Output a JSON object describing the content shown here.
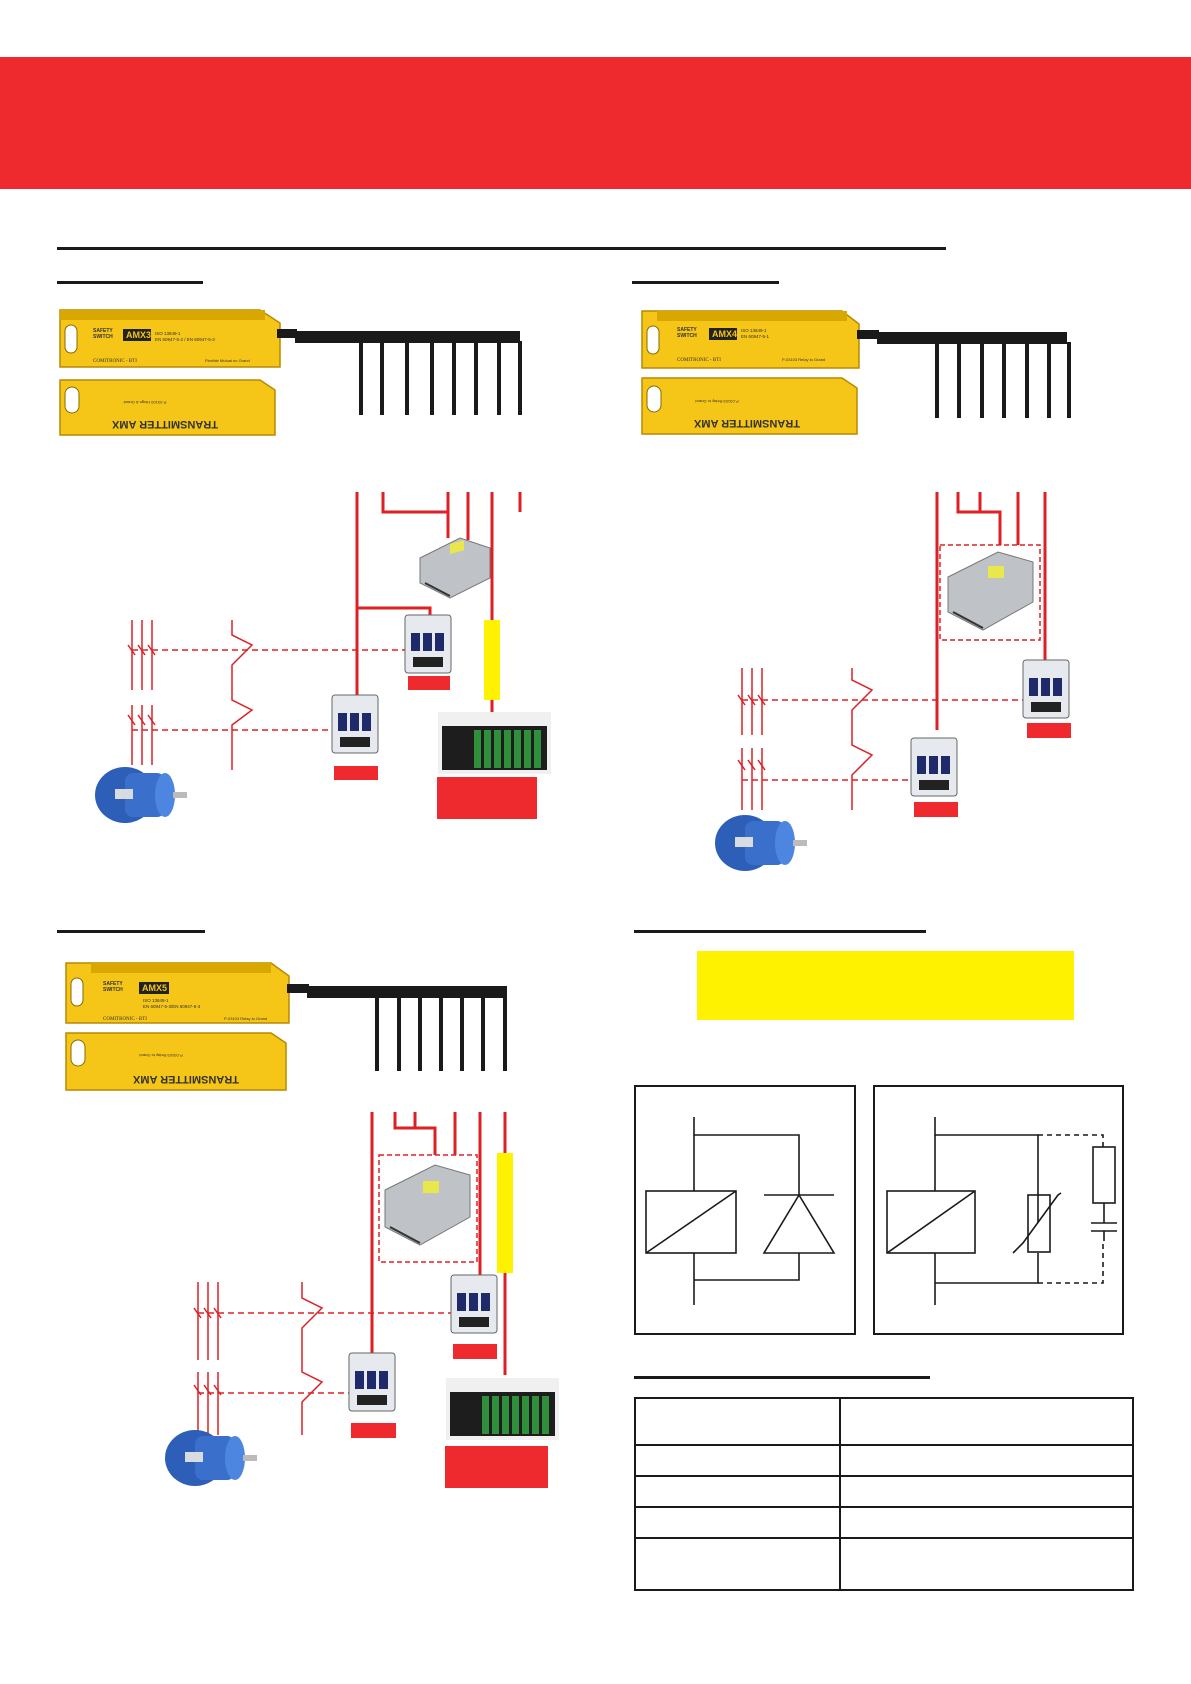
{
  "colors": {
    "brand_red": "#ee2a2e",
    "switch_yellow": "#f5c518",
    "highlight_yellow": "#fff200",
    "wire_red": "#dd2026",
    "wire_black": "#1a1a1a"
  },
  "banner": {},
  "sections": [
    {
      "id": "amx3",
      "switch": {
        "header_lines": [
          "SAFETY",
          "SWITCH"
        ],
        "model": "AMX3",
        "certs": [
          "ISO 13849-1",
          "EN 60947-5-2 / EN 60947-5-3"
        ],
        "brand": "COMITRONIC - BTI",
        "tagline": "Flexible Mutual no Grand"
      },
      "actuator": {
        "label": "TRANSMITTER AMX",
        "ref": "P-03103 Hinge & Grand"
      }
    },
    {
      "id": "amx4",
      "switch": {
        "header_lines": [
          "SAFETY",
          "SWITCH"
        ],
        "model": "AMX4",
        "certs": [
          "ISO 13849-1",
          "EN 60947-5-1"
        ],
        "brand": "COMITRONIC - BTI",
        "tagline": "P-03103 Relay to Grand"
      },
      "actuator": {
        "label": "TRANSMITTER AMX",
        "ref": "P-03103 Relay to Grand"
      }
    },
    {
      "id": "amx5",
      "switch": {
        "header_lines": [
          "SAFETY",
          "SWITCH"
        ],
        "model": "AMX5",
        "certs": [
          "ISO 13849-1",
          "EN 60947-5-3/EN 60947-5-3"
        ],
        "brand": "COMITRONIC - BTI",
        "tagline": "P-03103 Relay to Grand"
      },
      "actuator": {
        "label": "TRANSMITTER AMX",
        "ref": "P-03103 Relay to Grand"
      }
    }
  ],
  "icons": {
    "motor": "electric-motor-icon",
    "contactor": "contactor-icon",
    "power_supply": "power-supply-icon",
    "plc": "plc-module-icon",
    "relay_coil": "relay-coil-icon",
    "diode": "diode-icon",
    "varistor": "varistor-icon",
    "rc_snubber": "rc-snubber-icon"
  },
  "spec_table": {
    "rows": 5,
    "columns": 2
  }
}
